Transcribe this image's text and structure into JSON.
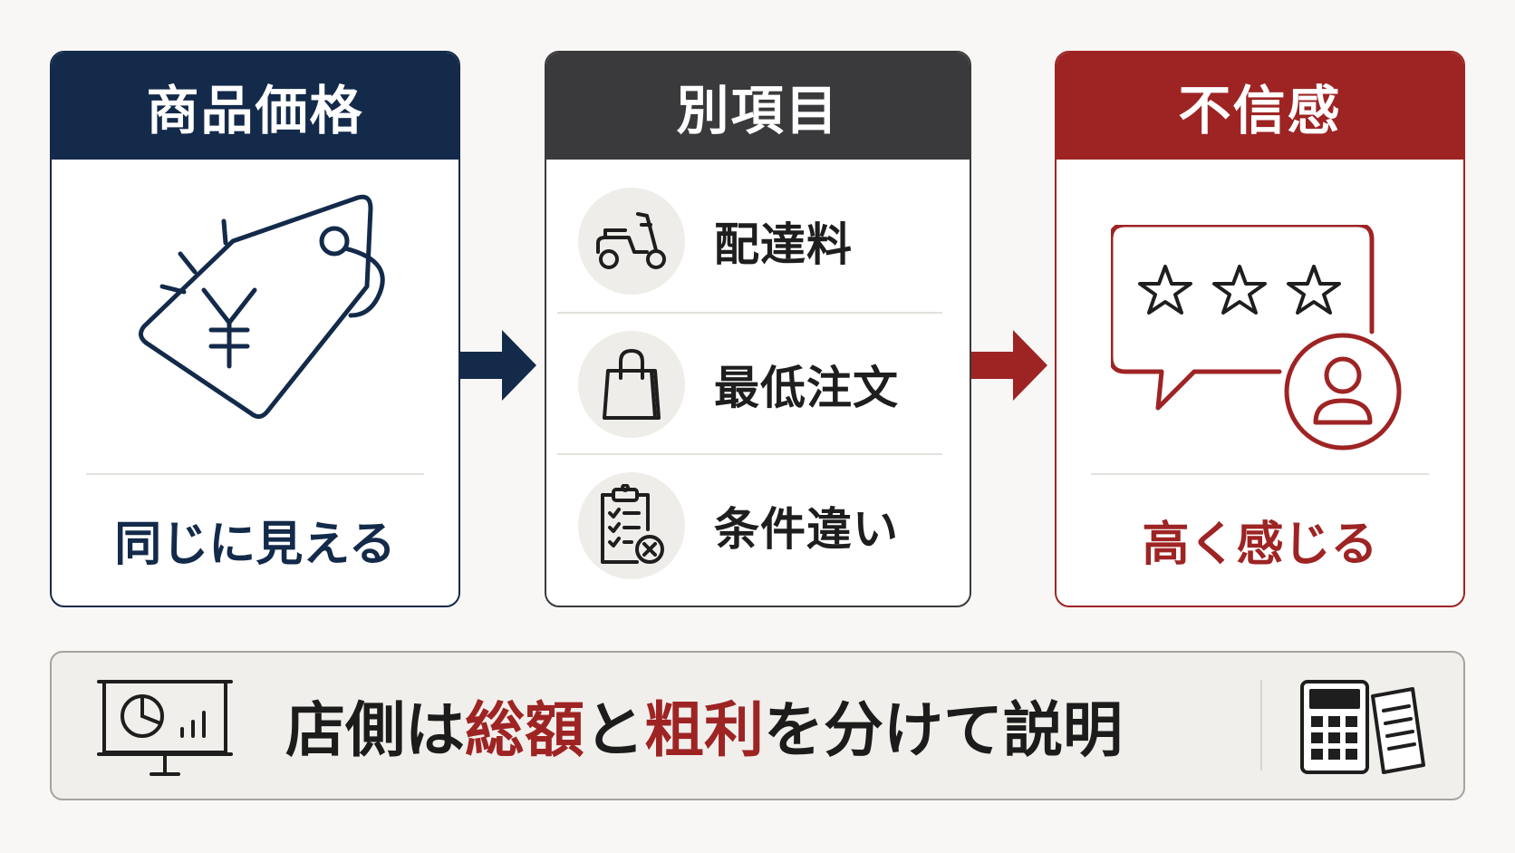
{
  "colors": {
    "navy": "#132a4a",
    "charcoal": "#3a3a3c",
    "red": "#9e2424",
    "background": "#f8f7f5"
  },
  "cards": [
    {
      "title": "商品価格",
      "icon": "yen-price-tag-icon",
      "caption": "同じに見える"
    },
    {
      "title": "別項目",
      "items": [
        {
          "icon": "scooter-icon",
          "label": "配達料"
        },
        {
          "icon": "shopping-bag-icon",
          "label": "最低注文"
        },
        {
          "icon": "clipboard-checklist-x-icon",
          "label": "条件違い"
        }
      ]
    },
    {
      "title": "不信感",
      "icon": "three-star-review-bubble-icon",
      "caption": "高く感じる"
    }
  ],
  "banner": {
    "icon_left": "presentation-chart-icon",
    "text": {
      "part1": "店側は",
      "highlight1": "総額",
      "part2": "と",
      "highlight2": "粗利",
      "part3": "を分けて説明"
    },
    "icon_right": "calculator-document-icon"
  }
}
